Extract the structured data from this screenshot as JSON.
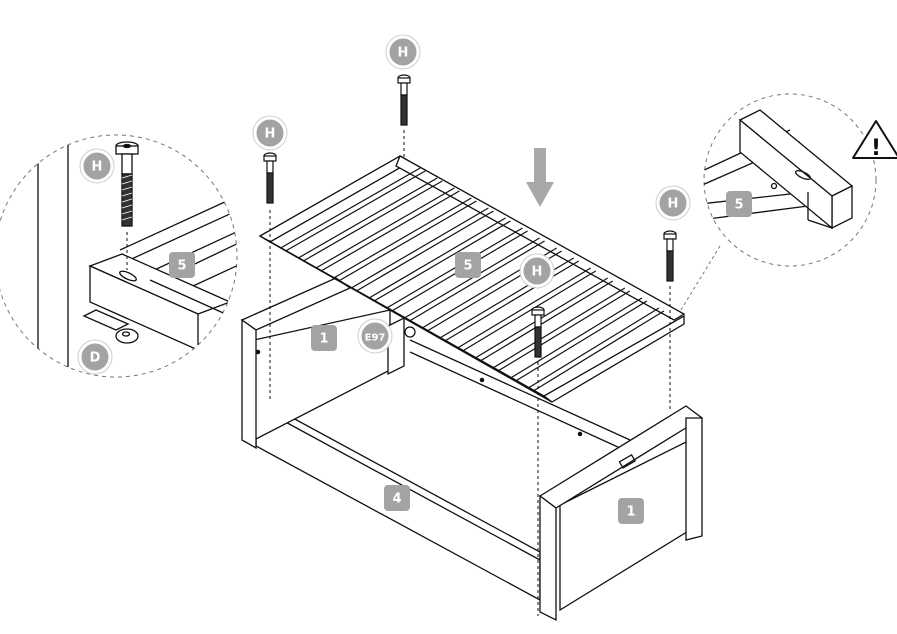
{
  "colors": {
    "line": "#111111",
    "badge_fill": "#a3a3a3",
    "badge_ring": "#ffffff",
    "badge_text": "#ffffff",
    "arrow": "#a8a8a8"
  },
  "icons": [
    "warning-icon",
    "down-arrow-icon",
    "bolt-icon"
  ],
  "labels": {
    "bolt_h": "H",
    "part_slats": "5",
    "part_end": "1",
    "part_rail": "4",
    "washer": "D",
    "fitting": "E97",
    "warning": "!"
  }
}
